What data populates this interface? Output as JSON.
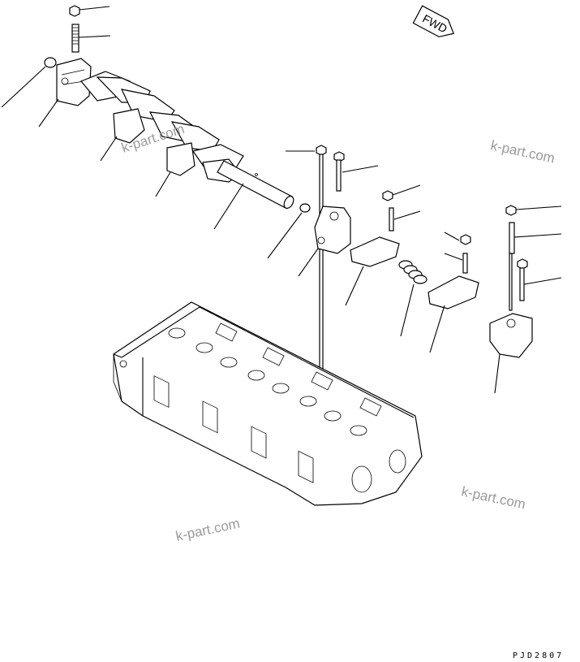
{
  "fwd_label": "FWD",
  "watermark_text": "k-part.com",
  "drawing_code": "PJD2807"
}
